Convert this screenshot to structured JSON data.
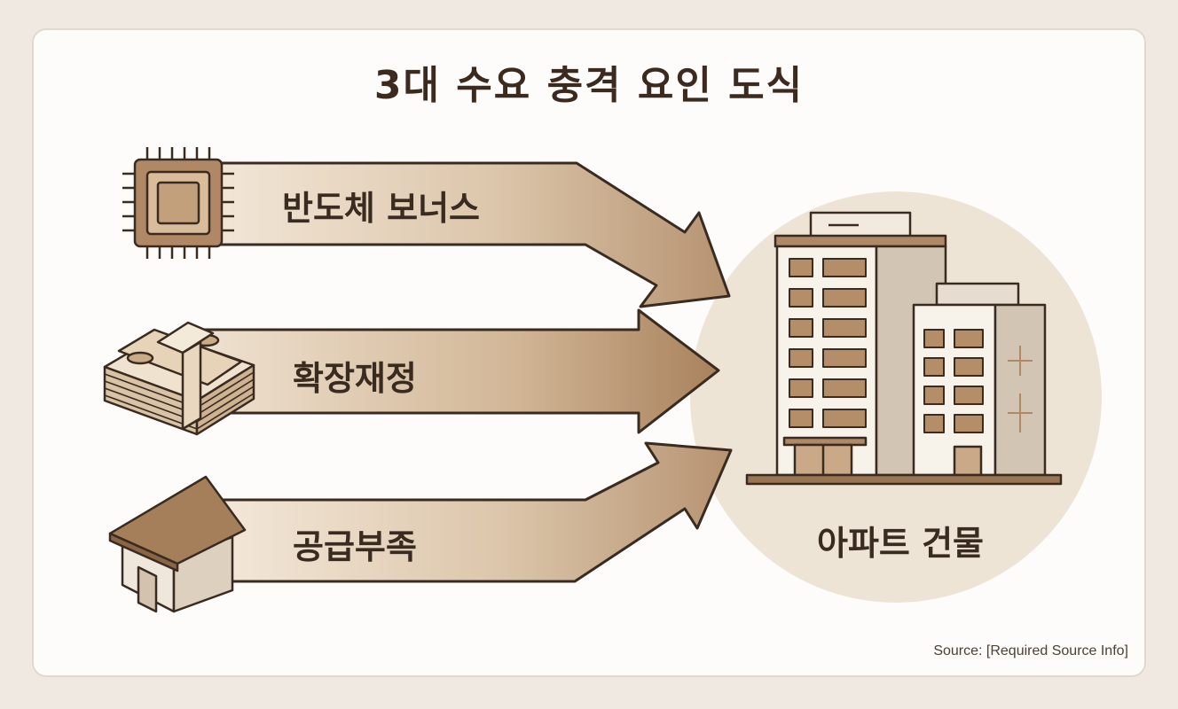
{
  "title": "3대 수요 충격 요인 도식",
  "factors": [
    {
      "label": "반도체 보너스",
      "icon": "chip-icon"
    },
    {
      "label": "확장재정",
      "icon": "money-stack-icon"
    },
    {
      "label": "공급부족",
      "icon": "house-icon"
    }
  ],
  "target": {
    "label": "아파트 건물",
    "icon": "apartment-building-icon"
  },
  "source": "Source: [Required Source Info]",
  "colors": {
    "background": "#efe9e1",
    "card": "#fdfcfa",
    "arrow_light": "#ecdcc8",
    "arrow_dark": "#b79572",
    "outline": "#3a2b20",
    "circle": "#eee4d6"
  }
}
